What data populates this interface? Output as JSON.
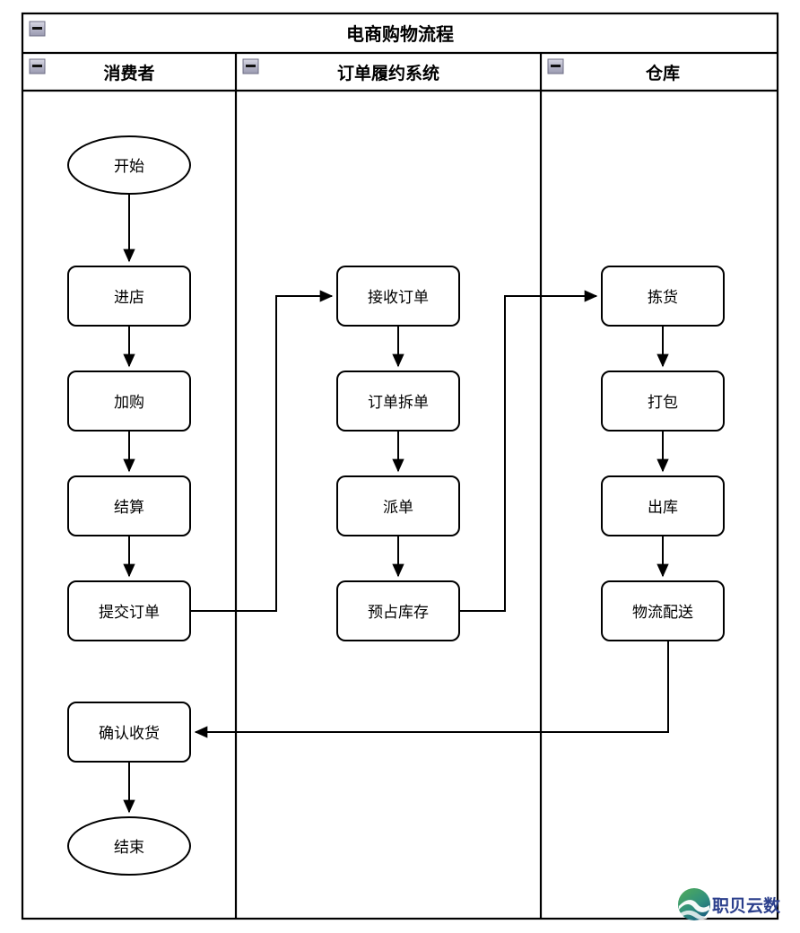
{
  "diagram": {
    "type": "swimlane-flowchart",
    "pool_title": "电商购物流程",
    "collapse_icon_name": "collapse-minus-icon",
    "lanes": [
      {
        "id": "consumer",
        "label": "消费者"
      },
      {
        "id": "oms",
        "label": "订单履约系统"
      },
      {
        "id": "warehouse",
        "label": "仓库"
      }
    ],
    "nodes": [
      {
        "id": "start",
        "lane": "consumer",
        "shape": "ellipse",
        "label": "开始"
      },
      {
        "id": "enter_store",
        "lane": "consumer",
        "shape": "rounded",
        "label": "进店"
      },
      {
        "id": "add_cart",
        "lane": "consumer",
        "shape": "rounded",
        "label": "加购"
      },
      {
        "id": "checkout",
        "lane": "consumer",
        "shape": "rounded",
        "label": "结算"
      },
      {
        "id": "submit_order",
        "lane": "consumer",
        "shape": "rounded",
        "label": "提交订单"
      },
      {
        "id": "confirm_recv",
        "lane": "consumer",
        "shape": "rounded",
        "label": "确认收货"
      },
      {
        "id": "end",
        "lane": "consumer",
        "shape": "ellipse",
        "label": "结束"
      },
      {
        "id": "receive_order",
        "lane": "oms",
        "shape": "rounded",
        "label": "接收订单"
      },
      {
        "id": "split_order",
        "lane": "oms",
        "shape": "rounded",
        "label": "订单拆单"
      },
      {
        "id": "dispatch",
        "lane": "oms",
        "shape": "rounded",
        "label": "派单"
      },
      {
        "id": "reserve_stock",
        "lane": "oms",
        "shape": "rounded",
        "label": "预占库存"
      },
      {
        "id": "pick",
        "lane": "warehouse",
        "shape": "rounded",
        "label": "拣货"
      },
      {
        "id": "pack",
        "lane": "warehouse",
        "shape": "rounded",
        "label": "打包"
      },
      {
        "id": "outbound",
        "lane": "warehouse",
        "shape": "rounded",
        "label": "出库"
      },
      {
        "id": "delivery",
        "lane": "warehouse",
        "shape": "rounded",
        "label": "物流配送"
      }
    ],
    "edges": [
      {
        "from": "start",
        "to": "enter_store"
      },
      {
        "from": "enter_store",
        "to": "add_cart"
      },
      {
        "from": "add_cart",
        "to": "checkout"
      },
      {
        "from": "checkout",
        "to": "submit_order"
      },
      {
        "from": "submit_order",
        "to": "receive_order"
      },
      {
        "from": "receive_order",
        "to": "split_order"
      },
      {
        "from": "split_order",
        "to": "dispatch"
      },
      {
        "from": "dispatch",
        "to": "reserve_stock"
      },
      {
        "from": "reserve_stock",
        "to": "pick"
      },
      {
        "from": "pick",
        "to": "pack"
      },
      {
        "from": "pack",
        "to": "outbound"
      },
      {
        "from": "outbound",
        "to": "delivery"
      },
      {
        "from": "delivery",
        "to": "confirm_recv"
      },
      {
        "from": "confirm_recv",
        "to": "end"
      }
    ]
  },
  "watermark": {
    "text": "职贝云数",
    "icon_name": "wave-circle-logo-icon",
    "color": "#2b3f8c"
  },
  "colors": {
    "stroke": "#000000",
    "fill": "#ffffff",
    "background": "#ffffff",
    "logo_blue": "#2b3f8c",
    "logo_green": "#3f9a54",
    "logo_teal": "#1d7a8c"
  }
}
